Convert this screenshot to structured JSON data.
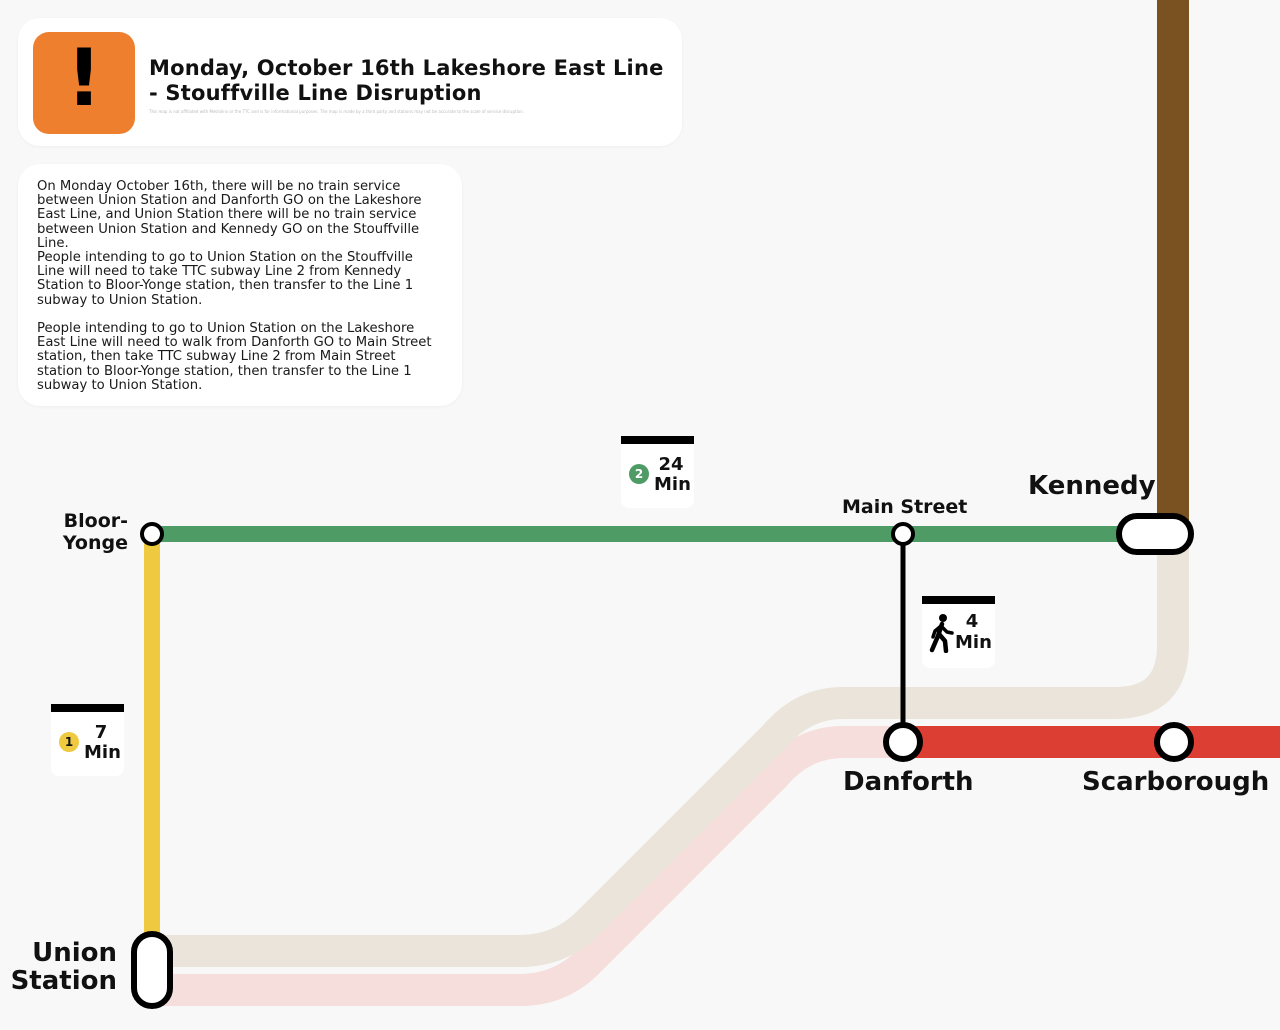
{
  "header": {
    "alert_icon": "exclamation-icon",
    "alert_glyph": "!",
    "title": "Monday, October 16th Lakeshore East Line - Stouffville Line Disruption",
    "fine_print": "This map is not affiliated with Metrolinx or the TTC and is for informational purposes. The map is made by a third party and stations may not be accurate to the scale of service disruption."
  },
  "notice": {
    "paragraphs": [
      "On Monday October 16th, there will be no train service between Union Station and Danforth GO on the Lakeshore East Line, and Union Station there will be no train service between Union Station and Kennedy GO on the Stouffville Line.",
      "People intending to go to Union Station on the Stouffville Line will need to take TTC subway Line 2 from Kennedy Station to Bloor-Yonge station, then transfer to the Line 1 subway to Union Station.",
      "People intending to go to Union Station on the Lakeshore East Line will need to walk from Danforth GO to Main Street station, then take TTC subway Line 2 from Main Street station to Bloor-Yonge station, then transfer to the Line 1 subway to Union Station."
    ]
  },
  "stations": {
    "bloor_yonge_line1": "Bloor-",
    "bloor_yonge_line2": "Yonge",
    "main_street": "Main Street",
    "kennedy": "Kennedy",
    "danforth": "Danforth",
    "scarborough": "Scarborough",
    "union_line1": "Union",
    "union_line2": "Station"
  },
  "travel_times": {
    "line2": {
      "badge": "2",
      "minutes": "24",
      "unit": "Min"
    },
    "line1": {
      "badge": "1",
      "minutes": "7",
      "unit": "Min"
    },
    "walk": {
      "icon": "walking-person-icon",
      "minutes": "4",
      "unit": "Min"
    }
  },
  "colors": {
    "background": "#f8f8f8",
    "alert_orange": "#ee7f2f",
    "line1_yellow": "#efca41",
    "line2_green": "#4e9b66",
    "stouffville_brown": "#7a5120",
    "stouffville_suspended": "#ebe4da",
    "lakeshore_east_red": "#dc3e34",
    "lakeshore_east_suspended": "#f5dedb",
    "walk_black": "#000000"
  }
}
